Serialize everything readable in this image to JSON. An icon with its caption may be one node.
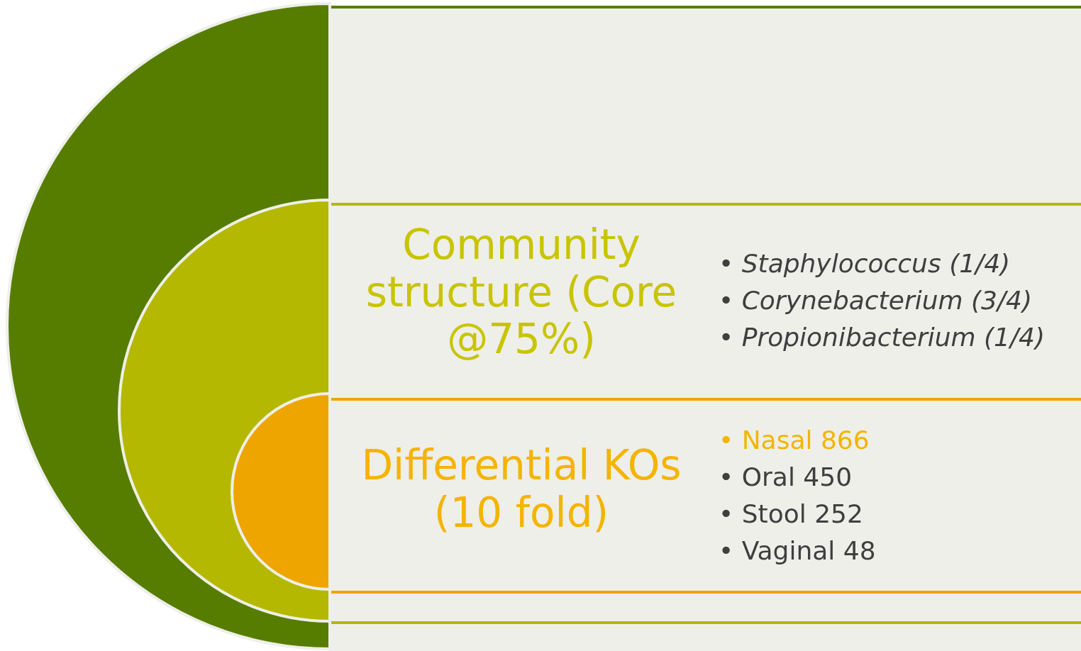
{
  "diagram": {
    "nodes": [
      {
        "text": [],
        "shape": "circle"
      },
      {
        "text": [],
        "shape": "circle",
        "in": 0
      },
      {
        "text": [],
        "shape": "circle",
        "in": 1
      },
      {
        "text": [],
        "shape": "box"
      },
      {
        "text": [
          "Community structure (Core @75%)",
          "• Staphylococcus (1/4)",
          "• Corynebacterium (3/4)",
          "• Propionibacterium (1/4)"
        ],
        "in": 3
      },
      {
        "text": [
          "Differential KOs (10 fold)",
          "• Nasal 866",
          "• Oral 450",
          "• Stool 252",
          "• Vaginal 48"
        ],
        "in": 4
      }
    ]
  }
}
